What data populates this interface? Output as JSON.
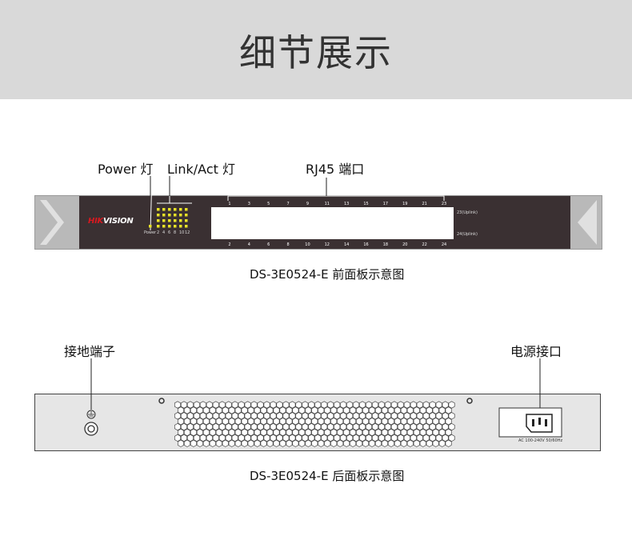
{
  "header": {
    "title": "细节展示"
  },
  "front_panel": {
    "labels": {
      "power": "Power 灯",
      "link_act": "Link/Act 灯",
      "rj45": "RJ45 端口"
    },
    "brand_red": "HIK",
    "brand_white": "VISION",
    "top_ports": [
      "1",
      "3",
      "5",
      "7",
      "9",
      "11",
      "13",
      "15",
      "17",
      "19",
      "21",
      "23"
    ],
    "bottom_ports": [
      "2",
      "4",
      "6",
      "8",
      "10",
      "12",
      "14",
      "16",
      "18",
      "20",
      "22",
      "24"
    ],
    "led_labels": [
      "Power",
      "2",
      "4",
      "6",
      "8",
      "10",
      "12"
    ],
    "uplink_top": "23(Uplink)",
    "uplink_bottom": "24(Uplink)",
    "caption": "DS-3E0524-E 前面板示意图"
  },
  "rear_panel": {
    "labels": {
      "ground": "接地端子",
      "power_port": "电源接口"
    },
    "ac_rating": "AC 100-240V 50/60Hz",
    "caption": "DS-3E0524-E 后面板示意图"
  },
  "colors": {
    "banner": "#d9d9d9",
    "panel_dark": "#3a3032",
    "led": "#e8e227",
    "brand_red": "#d71920"
  }
}
